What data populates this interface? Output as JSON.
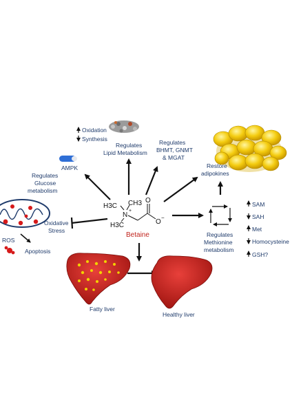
{
  "center": {
    "label": "Betaine"
  },
  "molecule": {
    "methyl_top": "CH3",
    "methyl_left": "H3C",
    "methyl_bottom": "H3C",
    "nitrogen": "N",
    "charge_n": "+",
    "oxygen_double": "O",
    "oxygen_single": "O",
    "charge_o": "−"
  },
  "ampk": {
    "label": "AMPK"
  },
  "lipid": {
    "oxidation": "Oxidation",
    "synthesis": "Synthesis",
    "regulates_l1": "Regulates",
    "regulates_l2": "Lipid Metabolism"
  },
  "enzymes": {
    "l1": "Regulates",
    "l2": "BHMT, GNMT",
    "l3": "& MGAT"
  },
  "adipokines": {
    "l1": "Restore",
    "l2": "adipokines"
  },
  "glucose": {
    "l1": "Regulates",
    "l2": "Glucose",
    "l3": "metabolism"
  },
  "oxidative": {
    "l1": "Oxidative",
    "l2": "Stress"
  },
  "mito": {
    "ros": "ROS",
    "apoptosis": "Apoptosis"
  },
  "methionine": {
    "l1": "Regulates",
    "l2": "Methionine",
    "l3": "metabolism",
    "markers": [
      "SAM",
      "SAH",
      "Met",
      "Homocysteine",
      "GSH?"
    ]
  },
  "liver": {
    "fatty": "Fatty liver",
    "healthy": "Healthy liver"
  },
  "colors": {
    "arrow": "#111111",
    "accent": "#c0241d",
    "text": "#1f3b6b",
    "fat": "#f2c200"
  }
}
